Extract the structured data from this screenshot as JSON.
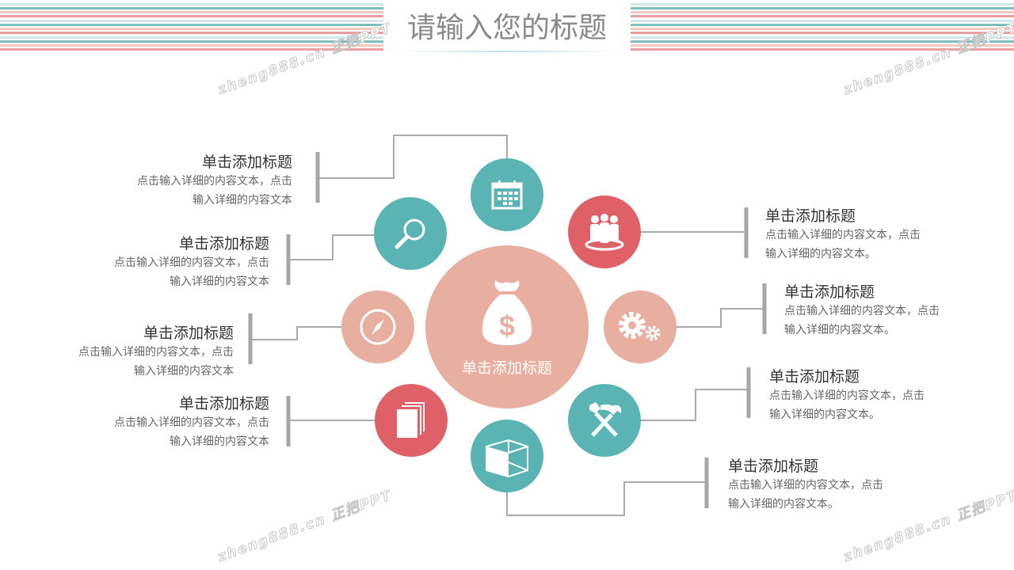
{
  "header": {
    "title": "请输入您的标题"
  },
  "watermark": "zheng888.cn 正把PPT",
  "center": {
    "label": "单击添加标题",
    "icon": "money-bag-icon"
  },
  "colors": {
    "teal": "#5bb4b4",
    "red": "#e06068",
    "salmon": "#e8afa0"
  },
  "left_items": [
    {
      "icon": "calendar-icon",
      "title": "单击添加标题",
      "line1": "点击输入详细的内容文本，点击",
      "line2": "输入详细的内容文本"
    },
    {
      "icon": "search-icon",
      "title": "单击添加标题",
      "line1": "点击输入详细的内容文本，点击",
      "line2": "输入详细的内容文本"
    },
    {
      "icon": "compass-icon",
      "title": "单击添加标题",
      "line1": "点击输入详细的内容文本，点击",
      "line2": "输入详细的内容文本"
    },
    {
      "icon": "documents-icon",
      "title": "单击添加标题",
      "line1": "点击输入详细的内容文本，点击",
      "line2": "输入详细的内容文本"
    }
  ],
  "right_items": [
    {
      "icon": "team-icon",
      "title": "单击添加标题",
      "line1": "点击输入详细的内容文本，点击",
      "line2": "输入详细的内容文本。"
    },
    {
      "icon": "gears-icon",
      "title": "单击添加标题",
      "line1": "点击输入详细的内容文本，点击",
      "line2": "输入详细的内容文本。"
    },
    {
      "icon": "tools-icon",
      "title": "单击添加标题",
      "line1": "点击输入详细的内容文本，点击",
      "line2": "输入详细的内容文本。"
    },
    {
      "icon": "box-icon",
      "title": "单击添加标题",
      "line1": "点击输入详细的内容文本，点击",
      "line2": "输入详细的内容文本。"
    }
  ]
}
